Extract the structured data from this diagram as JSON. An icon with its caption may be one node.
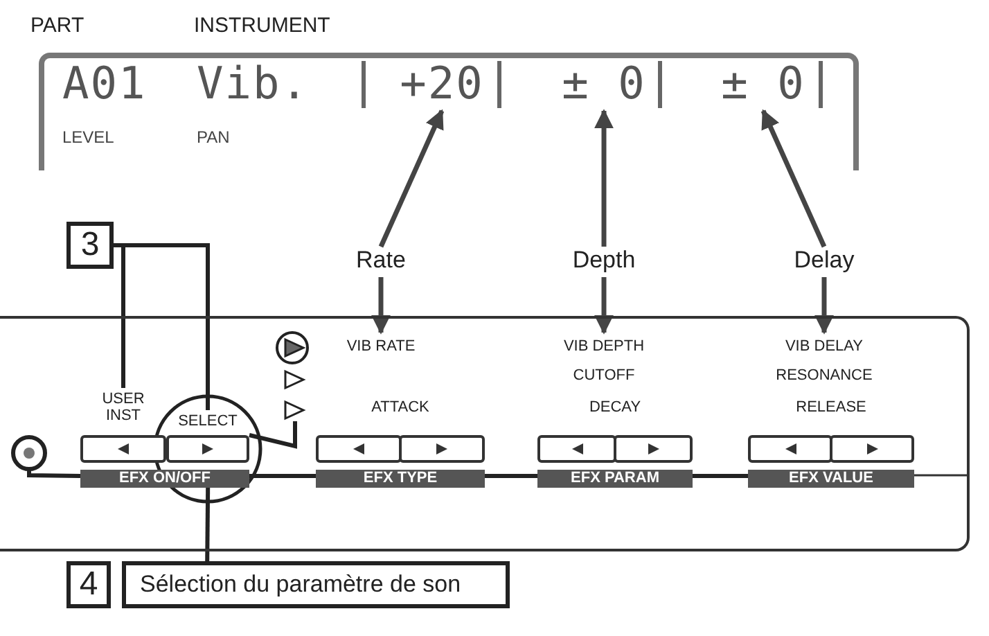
{
  "diagram": {
    "nodes": [
      {
        "text": [
          "PART",
          "INSTRUMENT",
          "A01",
          "Vib.",
          "LEVEL",
          "PAN"
        ]
      },
      {
        "text": [
          "+20"
        ],
        "in": 0
      },
      {
        "text": [
          "± 0"
        ],
        "in": 0
      },
      {
        "text": [
          "± 0"
        ],
        "in": 0
      },
      {
        "text": [
          "Rate"
        ]
      },
      {
        "text": [
          "Depth"
        ]
      },
      {
        "text": [
          "Delay"
        ]
      },
      {
        "text": [
          "3"
        ]
      },
      {
        "text": [],
        "shape": "box"
      },
      {
        "text": [
          "USER INST"
        ],
        "in": 8
      },
      {
        "text": [
          "SELECT"
        ],
        "in": 8
      },
      {
        "text": [
          "EFX ON/OFF"
        ],
        "in": 8
      },
      {
        "text": [],
        "shape": "circle",
        "in": 8
      },
      {
        "text": [],
        "shape": "triangle",
        "in": 8
      },
      {
        "text": [
          "VIB RATE"
        ],
        "in": 8
      },
      {
        "text": [
          "VIB DEPTH"
        ],
        "in": 8
      },
      {
        "text": [
          "VIB DELAY"
        ],
        "in": 8
      },
      {
        "text": [
          "ATTACK"
        ],
        "in": 8
      },
      {
        "text": [
          "EFX TYPE"
        ],
        "in": 8
      },
      {
        "text": [
          "DECAY"
        ],
        "in": 8
      },
      {
        "text": [
          "EFX PARAM"
        ],
        "in": 8
      },
      {
        "text": [
          "RELEASE"
        ],
        "in": 8
      },
      {
        "text": [
          "EFX VALUE"
        ],
        "in": 8
      },
      {
        "text": [
          "4"
        ]
      },
      {
        "text": [
          "Sélection du paramètre de son"
        ]
      }
    ],
    "edges": [
      {
        "from": 4,
        "to": 1,
        "arrow": "to"
      },
      {
        "from": 5,
        "to": 2,
        "arrow": "to"
      },
      {
        "from": 6,
        "to": 3,
        "arrow": "to"
      },
      {
        "from": 4,
        "to": 14,
        "arrow": "to"
      },
      {
        "from": 5,
        "to": 15,
        "arrow": "to"
      },
      {
        "from": 6,
        "to": 16,
        "arrow": "to"
      },
      {
        "from": 7,
        "to": 9,
        "arrow": "none"
      },
      {
        "from": 7,
        "to": 10,
        "arrow": "none"
      },
      {
        "from": 12,
        "to": 11,
        "arrow": "none"
      },
      {
        "from": 10,
        "to": 13,
        "arrow": "none"
      },
      {
        "from": 11,
        "to": 24,
        "arrow": "none"
      },
      {
        "from": 11,
        "to": 18,
        "arrow": "none"
      },
      {
        "from": 18,
        "to": 20,
        "arrow": "none"
      },
      {
        "from": 20,
        "to": 22,
        "arrow": "none"
      }
    ],
    "labels": [
      "CUTOFF",
      "RESONANCE"
    ]
  }
}
